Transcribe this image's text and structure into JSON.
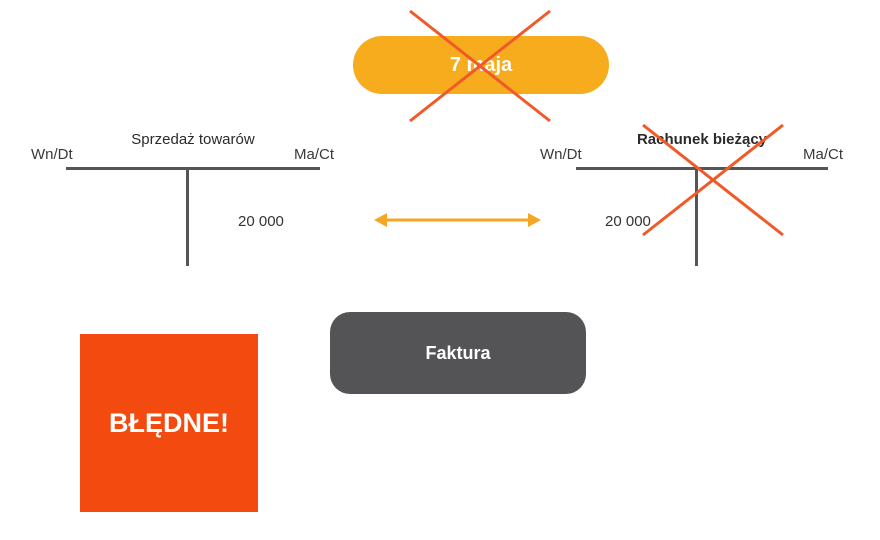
{
  "date_label": "7 maja",
  "left_account": {
    "title": "Sprzedaż towarów",
    "debit_label": "Wn/Dt",
    "credit_label": "Ma/Ct",
    "credit_amount": "20 000"
  },
  "right_account": {
    "title": "Rachunek bieżący",
    "debit_label": "Wn/Dt",
    "credit_label": "Ma/Ct",
    "debit_amount": "20 000"
  },
  "document_label": "Faktura",
  "error_label": "BŁĘDNE!",
  "colors": {
    "pill": "#f7ac1e",
    "arrow": "#f5a623",
    "cross": "#f05a28",
    "document_box": "#545456",
    "error_badge": "#f24a0f"
  }
}
